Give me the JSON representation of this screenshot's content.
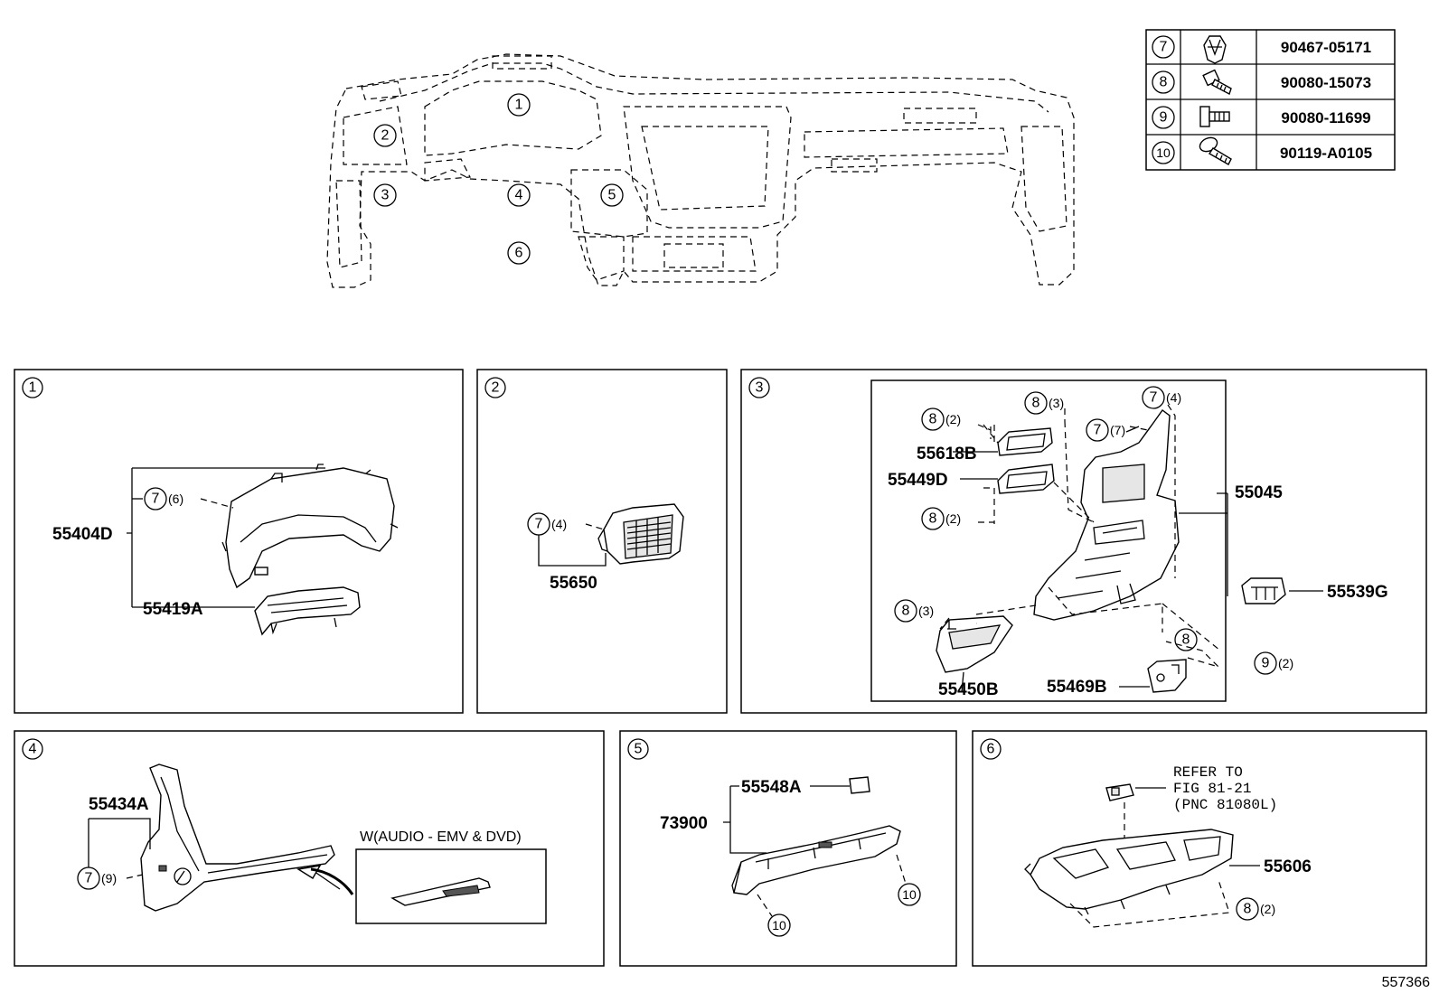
{
  "fastener_table": [
    {
      "ref": "7",
      "part_no": "90467-05171",
      "icon": "clip-icon"
    },
    {
      "ref": "8",
      "part_no": "90080-15073",
      "icon": "bolt-icon"
    },
    {
      "ref": "9",
      "part_no": "90080-11699",
      "icon": "screw-icon"
    },
    {
      "ref": "10",
      "part_no": "90119-A0105",
      "icon": "flange-bolt-icon"
    }
  ],
  "overview": {
    "callouts": [
      "1",
      "2",
      "3",
      "4",
      "5",
      "6"
    ]
  },
  "panels": {
    "p1": {
      "id": "1",
      "parts": {
        "a": "55404D",
        "b": "55419A"
      },
      "fasteners": [
        {
          "ref": "7",
          "qty": "(6)"
        }
      ]
    },
    "p2": {
      "id": "2",
      "parts": {
        "a": "55650"
      },
      "fasteners": [
        {
          "ref": "7",
          "qty": "(4)"
        }
      ]
    },
    "p3": {
      "id": "3",
      "parts": {
        "a": "55618B",
        "b": "55449D",
        "c": "55045",
        "d": "55539G",
        "e": "55450B",
        "f": "55469B"
      },
      "fasteners": [
        {
          "ref": "8",
          "qty": "(2)"
        },
        {
          "ref": "8",
          "qty": "(3)"
        },
        {
          "ref": "7",
          "qty": "(4)"
        },
        {
          "ref": "7",
          "qty": "(7)"
        },
        {
          "ref": "8",
          "qty": "(2)"
        },
        {
          "ref": "8",
          "qty": "(3)"
        },
        {
          "ref": "8",
          "qty": ""
        },
        {
          "ref": "9",
          "qty": "(2)"
        }
      ]
    },
    "p4": {
      "id": "4",
      "parts": {
        "a": "55434A"
      },
      "variant_label": "W(AUDIO - EMV & DVD)",
      "fasteners": [
        {
          "ref": "7",
          "qty": "(9)"
        }
      ]
    },
    "p5": {
      "id": "5",
      "parts": {
        "a": "55548A",
        "b": "73900"
      },
      "fasteners": [
        {
          "ref": "10",
          "qty": ""
        },
        {
          "ref": "10",
          "qty": ""
        }
      ]
    },
    "p6": {
      "id": "6",
      "parts": {
        "a": "55606"
      },
      "refer": {
        "line1": "REFER TO",
        "line2": "FIG 81-21",
        "line3": "(PNC 81080L)"
      },
      "fasteners": [
        {
          "ref": "8",
          "qty": "(2)"
        }
      ]
    }
  },
  "illustration_number": "557366"
}
